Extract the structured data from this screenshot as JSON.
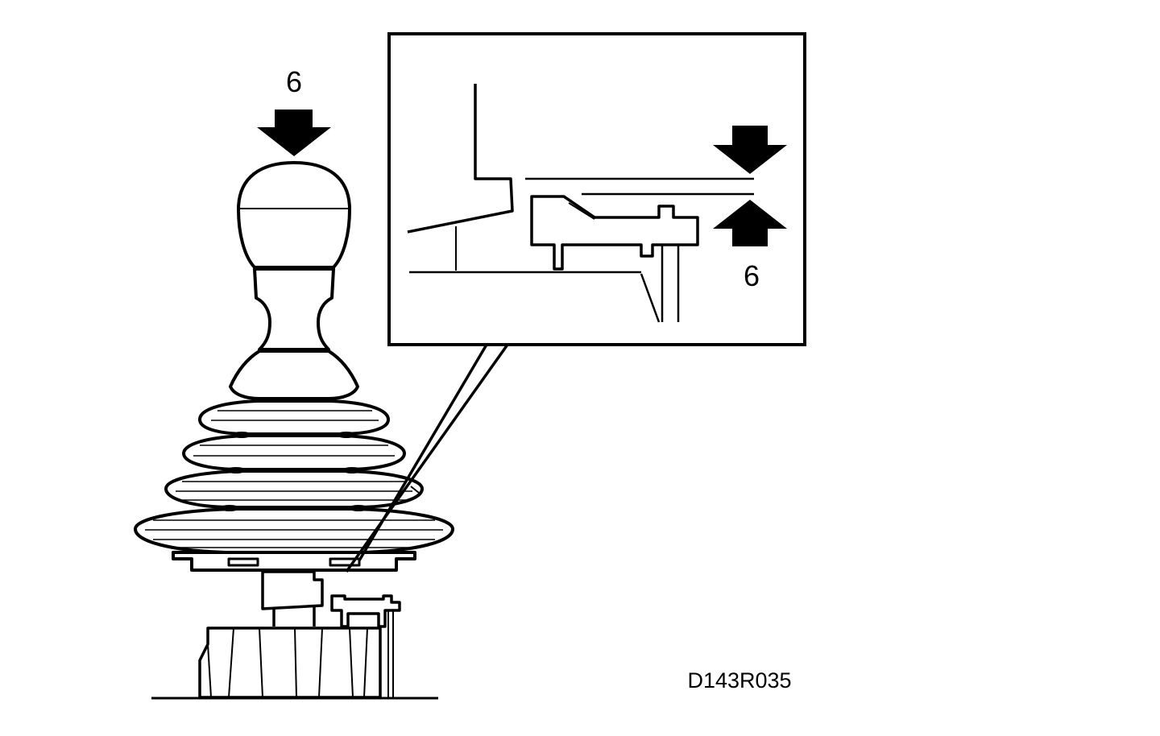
{
  "labels": {
    "top_callout": "6",
    "detail_callout": "6",
    "figure_code": "D143R035"
  },
  "colors": {
    "ink": "#000000",
    "paper": "#ffffff"
  }
}
